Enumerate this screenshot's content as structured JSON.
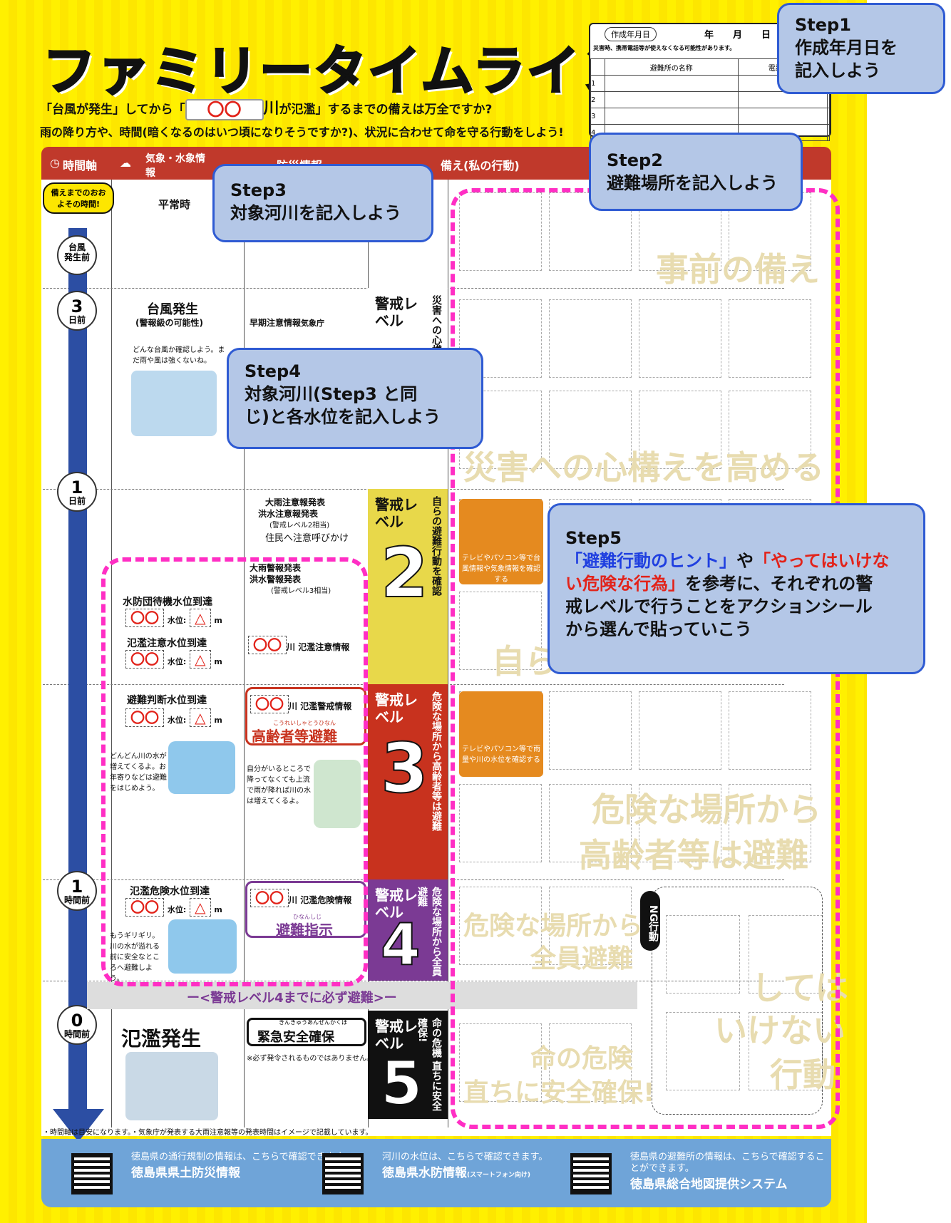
{
  "title": "ファミリータイムライン",
  "lead1": {
    "a": "「台風が発生」してから「",
    "river": "〇〇",
    "b": "川",
    "c": "が氾濫」するまでの備えは万全ですか?"
  },
  "lead2": "雨の降り方や、時間(暗くなるのはいつ頃になりそうですか?)、状況に合わせて命を守る行動をしよう!",
  "form": {
    "date_label": "作成年月日",
    "year": "年",
    "month": "月",
    "day": "日",
    "note": "災害時、携帯電話等が使えなくなる可能性があります。",
    "col_name": "避難所の名称",
    "col_tel": "電話番号",
    "rows": [
      "1",
      "2",
      "3",
      "4"
    ]
  },
  "header": {
    "time": "時間軸",
    "weather": "気象・水象情報",
    "disaster": "防災情報",
    "prep": "備え(私の行動)"
  },
  "badge": "備えまでのおおよその時間!",
  "times": [
    {
      "n": "台風",
      "u": "発生前"
    },
    {
      "n": "3",
      "u": "日前"
    },
    {
      "n": "1",
      "u": "日前"
    },
    {
      "n": "1",
      "u": "時間前"
    },
    {
      "n": "0",
      "u": "時間前"
    }
  ],
  "normal": "平常時",
  "typhoon": {
    "title": "台風発生",
    "sub": "(警報級の可能性)",
    "early": "早期注意情報",
    "agency": "気象庁",
    "note": "どんな台風か確認しよう。まだ雨や風は強くないね。"
  },
  "lv2info": {
    "a": "大雨注意報発表",
    "b": "洪水注意報発表",
    "c": "(警戒レベル2相当)",
    "d": "住民へ注意呼びかけ",
    "e": "大雨警報発表",
    "f": "洪水警報発表",
    "g": "(警戒レベル3相当)"
  },
  "water": {
    "standby": "水防団待機水位到達",
    "caution": "氾濫注意水位到達",
    "judge": "避難判断水位到達",
    "danger": "氾濫危険水位到達",
    "circle": "〇〇",
    "level_label": "水位:",
    "tri": "△",
    "m": "m"
  },
  "river_info": {
    "caution": "氾濫注意情報",
    "warning": "氾濫警戒情報",
    "danger": "氾濫危険情報",
    "river": "〇〇",
    "kawa": "川"
  },
  "elderly": "高齢者等避難",
  "elderly_ruby": "こうれいしゃとうひなん",
  "evac": "避難指示",
  "evac_ruby": "ひなんしじ",
  "notes": {
    "rise": "どんどん川の水が増えてくるよ。お年寄りなどは避難をはじめよう。",
    "upstream": "自分がいるところで降ってなくても上流で雨が降れば川の水は増えてくるよ。",
    "girigiri": "もうギリギリ。川の水が溢れる前に安全なところへ避難しよう。"
  },
  "levels": [
    {
      "label": "警戒レベル",
      "num": "2",
      "desc": "自らの避難行動を確認",
      "color": "#e8d84a"
    },
    {
      "label": "警戒レベル",
      "num": "3",
      "desc": "危険な場所から高齢者等は避難",
      "color": "#c8321e"
    },
    {
      "label": "警戒レベル",
      "num": "4",
      "desc": "危険な場所から全員避難",
      "color": "#7b3a94"
    },
    {
      "label": "警戒レベル",
      "num": "5",
      "desc": "命の危機 直ちに安全確保!",
      "color": "#111111"
    }
  ],
  "lvlprep": {
    "label": "警戒レベル",
    "desc": "災害への心構え"
  },
  "must": "ー<警戒レベル4までに必ず避難>ー",
  "flood": "氾濫発生",
  "emergency": "緊急安全確保",
  "emergency_ruby": "きんきゅうあんぜんかくほ",
  "emergency_note": "※必ず発令されるものではありません。",
  "faint": {
    "pre": "事前の備え",
    "heart": "災害への心構えを高める",
    "self": "自ら",
    "elder1": "危険な場所から",
    "elder2": "高齢者等は避難",
    "all1": "危険な場所から",
    "all2": "全員避難",
    "life1": "命の危険",
    "life2": "直ちに安全確保!",
    "ng1": "しては",
    "ng2": "いけない",
    "ng3": "行動"
  },
  "ng_label": "NG行動",
  "stickers": {
    "tv": "テレビやパソコン等で台風情報や気象情報を確認する",
    "pc": "テレビやパソコン等で雨量や川の水位を確認する"
  },
  "axis_note": "・時間軸は目安になります。・気象庁が発表する大雨注意報等の発表時間はイメージで記載しています。",
  "footer": [
    {
      "t": "徳島県の通行規制の情報は、こちらで確認できます。",
      "b": "徳島県県土防災情報"
    },
    {
      "t": "河川の水位は、こちらで確認できます。",
      "b": "徳島県水防情報",
      "s": "(スマートフォン向け)"
    },
    {
      "t": "徳島県の避難所の情報は、こちらで確認することができます。",
      "b": "徳島県総合地図提供システム"
    }
  ],
  "steps": {
    "s1a": "Step1",
    "s1b": "作成年月日を",
    "s1c": "記入しよう",
    "s2a": "Step2",
    "s2b": "避難場所を記入しよう",
    "s3a": "Step3",
    "s3b": "対象河川を記入しよう",
    "s4a": "Step4",
    "s4b": "対象河川(Step3 と同",
    "s4c": "じ)と各水位を記入しよう",
    "s5a": "Step5",
    "s5b": "「避難行動のヒント」",
    "s5c": "や",
    "s5d": "「やってはいけな",
    "s5e": "い危険な行為」",
    "s5f": "を参考に、それぞれの警",
    "s5g": "戒レベルで行うことをアクションシール",
    "s5h": "から選んで貼っていこう"
  }
}
